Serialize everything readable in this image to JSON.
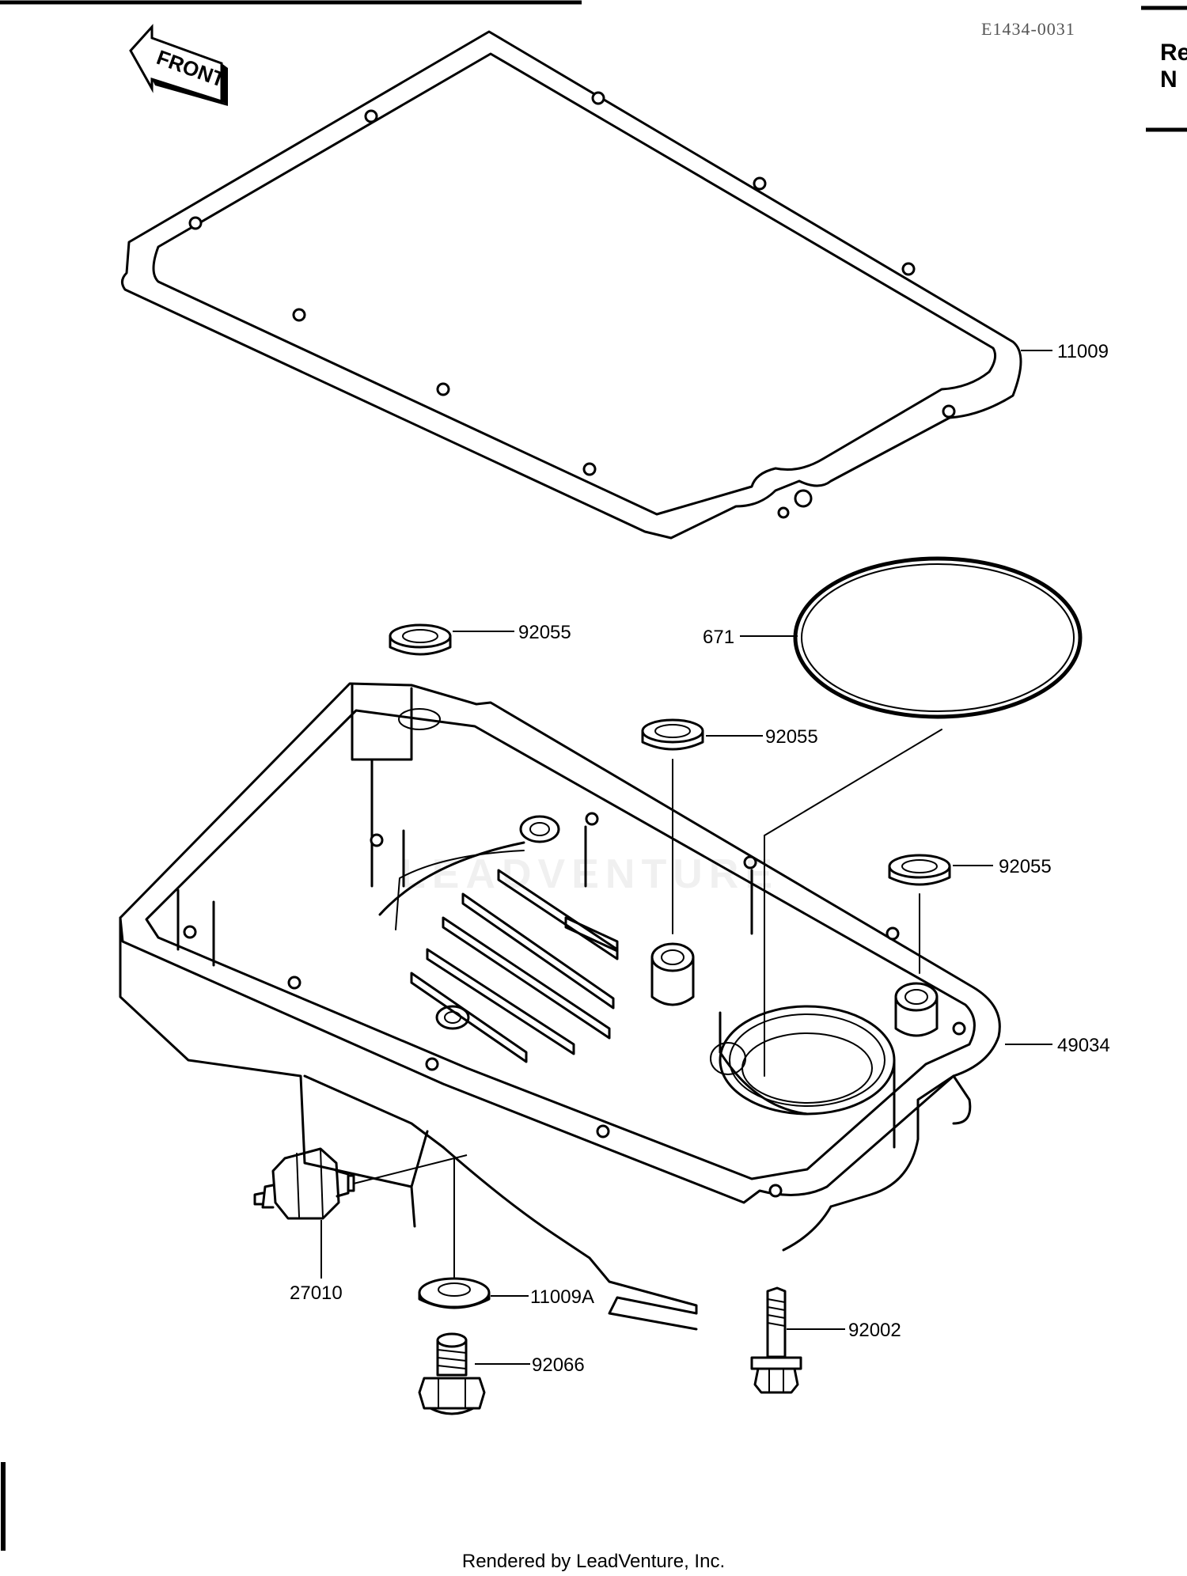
{
  "diagram": {
    "code": "E1434-0031",
    "front_label": "FRONT",
    "cutoff_text": [
      "Re",
      "N"
    ],
    "watermark": "LEADVENTURE",
    "footer": "Rendered by LeadVenture, Inc.",
    "callouts": {
      "oil_pan_gasket": "11009",
      "o_ring": "671",
      "oil_seal_left": "92055",
      "oil_seal_center": "92055",
      "oil_seal_right": "92055",
      "oil_pan": "49034",
      "pressure_switch": "27010",
      "drain_washer": "11009A",
      "pan_bolt": "92002",
      "drain_plug": "92066"
    }
  }
}
